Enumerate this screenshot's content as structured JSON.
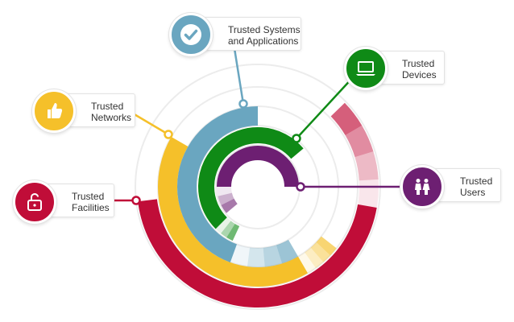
{
  "nodes": {
    "systems": {
      "line1": "Trusted Systems",
      "line2": "and Applications",
      "color": "#6aa6c0"
    },
    "devices": {
      "line1": "Trusted",
      "line2": "Devices",
      "color": "#0f8a16"
    },
    "networks": {
      "line1": "Trusted",
      "line2": "Networks",
      "color": "#f5c02a"
    },
    "users": {
      "line1": "Trusted",
      "line2": "Users",
      "color": "#6d1f72"
    },
    "facilities": {
      "line1": "Trusted",
      "line2": "Facilities",
      "color": "#c00d38"
    }
  },
  "icons": {
    "systems": "checkmark-icon",
    "devices": "laptop-icon",
    "networks": "thumbs-up-icon",
    "users": "people-icon",
    "facilities": "unlocked-padlock-icon"
  }
}
